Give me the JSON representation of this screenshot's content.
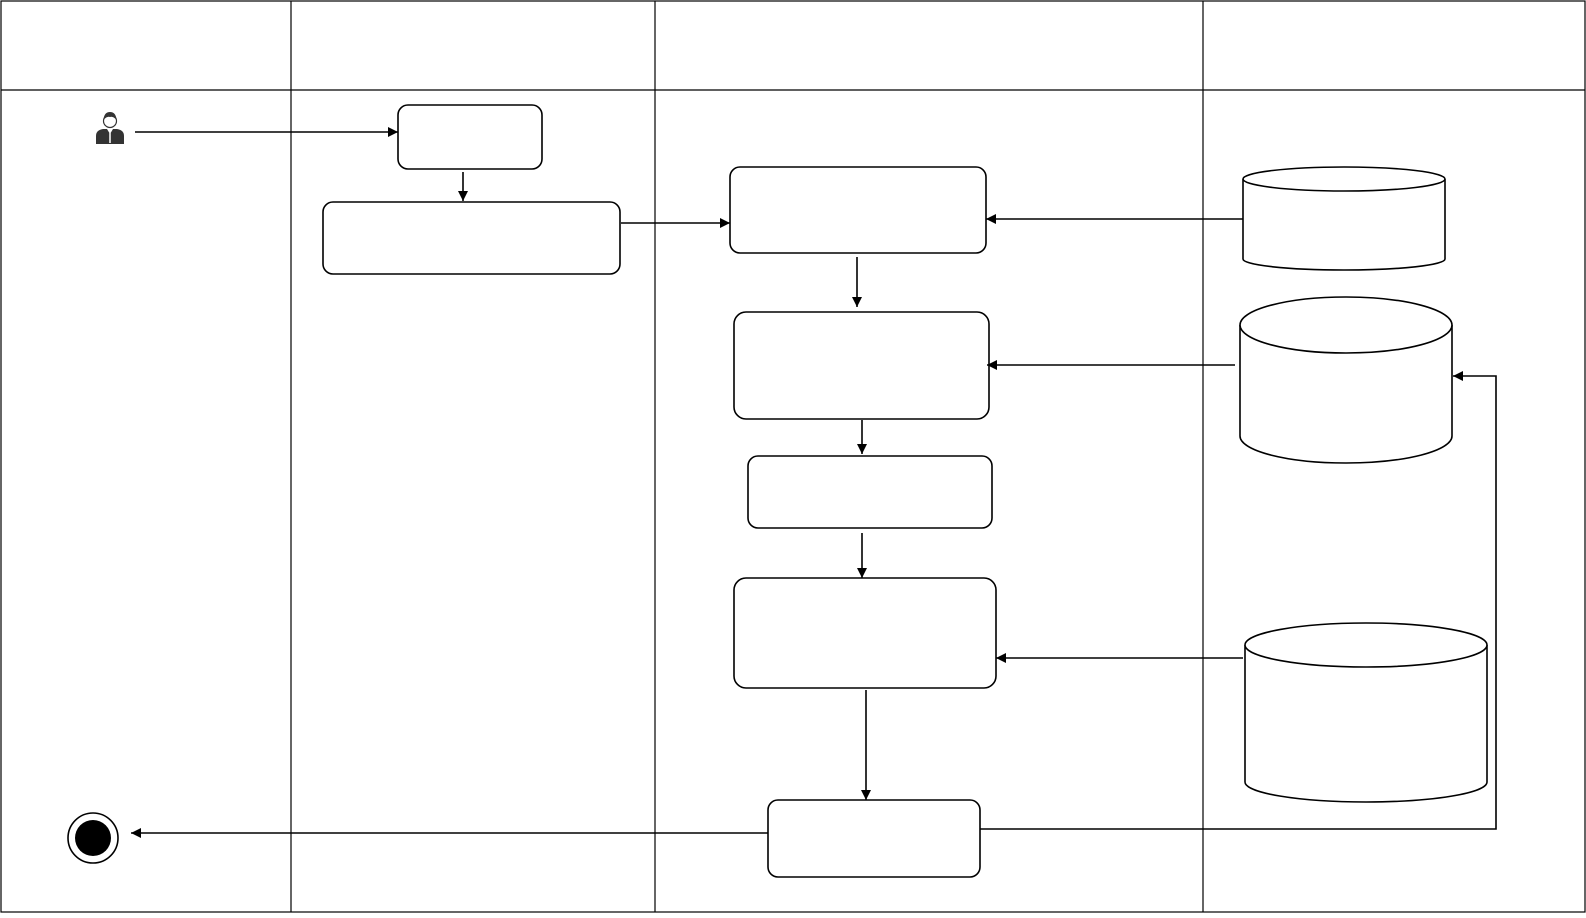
{
  "diagram": {
    "type": "swimlane-activity-diagram",
    "lanes": [
      {
        "id": "lane-1",
        "header": ""
      },
      {
        "id": "lane-2",
        "header": ""
      },
      {
        "id": "lane-3",
        "header": ""
      },
      {
        "id": "lane-4",
        "header": ""
      }
    ],
    "nodes": [
      {
        "id": "actor",
        "kind": "actor-icon",
        "label": ""
      },
      {
        "id": "step-1",
        "kind": "activity",
        "label": ""
      },
      {
        "id": "step-2",
        "kind": "activity",
        "label": ""
      },
      {
        "id": "step-3",
        "kind": "activity",
        "label": ""
      },
      {
        "id": "step-4",
        "kind": "activity",
        "label": ""
      },
      {
        "id": "step-5",
        "kind": "activity",
        "label": ""
      },
      {
        "id": "step-6",
        "kind": "activity",
        "label": ""
      },
      {
        "id": "step-7",
        "kind": "activity",
        "label": ""
      },
      {
        "id": "db-1",
        "kind": "datastore",
        "label": ""
      },
      {
        "id": "db-2",
        "kind": "datastore",
        "label": ""
      },
      {
        "id": "db-3",
        "kind": "datastore",
        "label": ""
      },
      {
        "id": "end",
        "kind": "final-node",
        "label": ""
      }
    ],
    "edges": [
      {
        "from": "actor",
        "to": "step-1"
      },
      {
        "from": "step-1",
        "to": "step-2"
      },
      {
        "from": "step-2",
        "to": "step-3"
      },
      {
        "from": "db-1",
        "to": "step-3"
      },
      {
        "from": "step-3",
        "to": "step-4"
      },
      {
        "from": "db-2",
        "to": "step-4"
      },
      {
        "from": "step-4",
        "to": "step-5"
      },
      {
        "from": "step-5",
        "to": "step-6"
      },
      {
        "from": "db-3",
        "to": "step-6"
      },
      {
        "from": "step-6",
        "to": "step-7"
      },
      {
        "from": "step-7",
        "to": "db-2"
      },
      {
        "from": "step-7",
        "to": "end"
      }
    ],
    "colors": {
      "stroke": "#000000",
      "fill": "#ffffff"
    }
  }
}
